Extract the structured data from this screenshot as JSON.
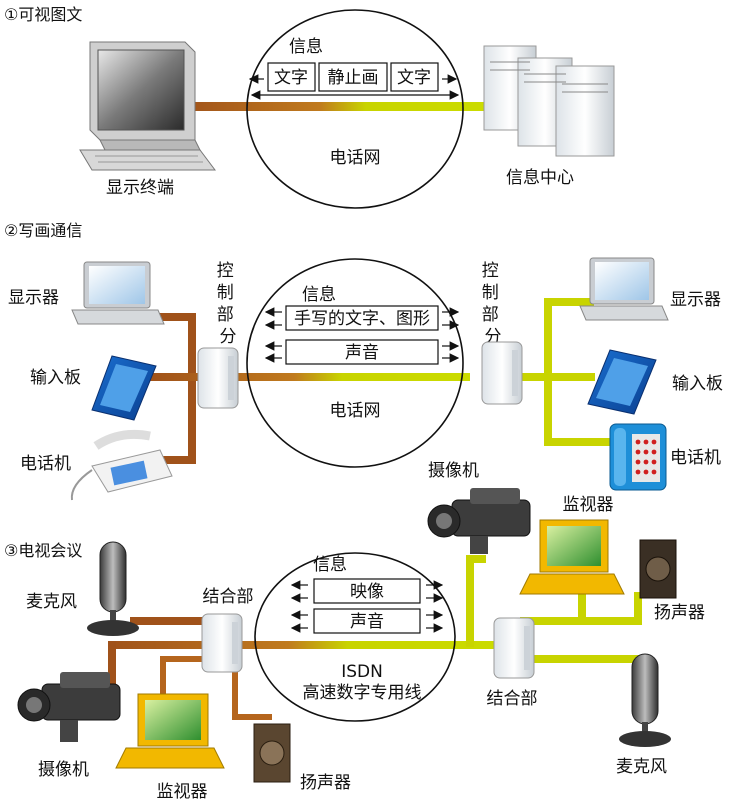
{
  "sections": [
    {
      "title": "①可视图文",
      "left_label": "显示终端",
      "right_label": "信息中心",
      "network_label": "电话网",
      "info_label": "信息",
      "boxes": [
        "文字",
        "静止画",
        "文字"
      ]
    },
    {
      "title": "②写画通信",
      "left_devices": [
        "显示器",
        "输入板",
        "电话机"
      ],
      "right_devices": [
        "显示器",
        "输入板",
        "电话机"
      ],
      "control_label": "控制部分",
      "network_label": "电话网",
      "info_label": "信息",
      "boxes": [
        "手写的文字、图形",
        "声音"
      ]
    },
    {
      "title": "③电视会议",
      "left_devices": [
        "麦克风",
        "摄像机",
        "监视器",
        "扬声器"
      ],
      "right_devices": [
        "摄像机",
        "监视器",
        "扬声器",
        "麦克风"
      ],
      "combiner_label": "结合部",
      "network_label_1": "ISDN",
      "network_label_2": "高速数字专用线",
      "info_label": "信息",
      "boxes": [
        "映像",
        "声音"
      ]
    }
  ],
  "colors": {
    "left_line": "#b5651d",
    "right_line": "#c8d400"
  }
}
